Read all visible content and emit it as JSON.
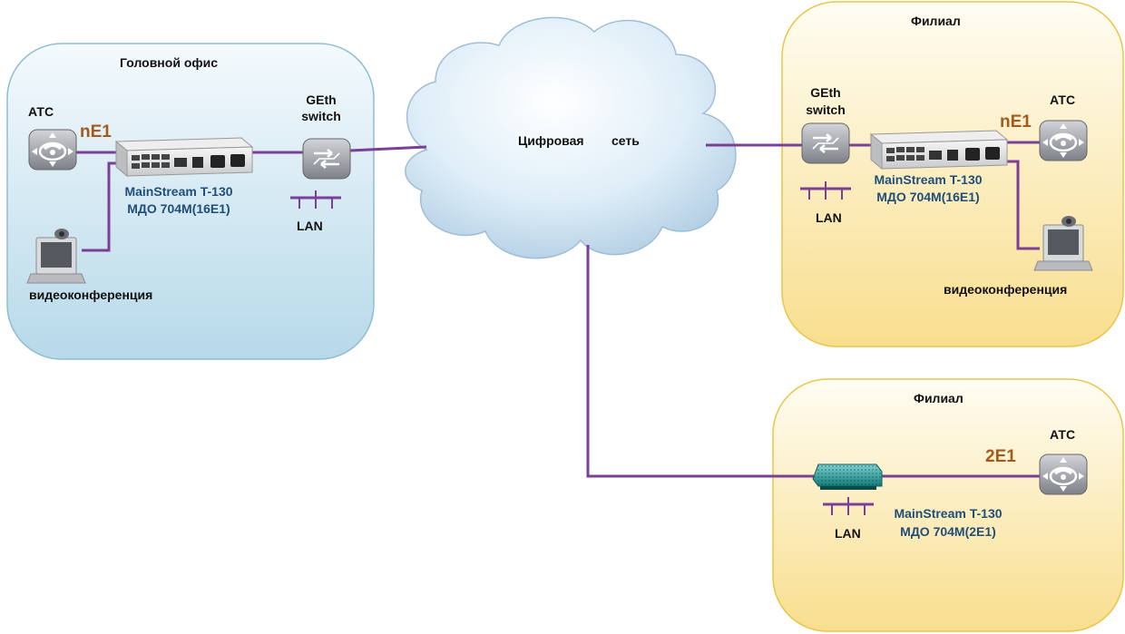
{
  "zones": {
    "head_office": {
      "title": "Головной офис"
    },
    "branch1": {
      "title": "Филиал"
    },
    "branch2": {
      "title": "Филиал"
    }
  },
  "cloud": {
    "label_word1": "Цифровая",
    "label_word2": "сеть"
  },
  "head_office": {
    "atc_label": "АТС",
    "link_label": "nE1",
    "device_name": "MainStream T-130",
    "device_model": "МДО 704М(16Е1)",
    "switch_line1": "GEth",
    "switch_line2": "switch",
    "lan_label": "LAN",
    "video_label": "видеоконференция"
  },
  "branch1": {
    "atc_label": "АТС",
    "link_label": "nE1",
    "device_name": "MainStream T-130",
    "device_model": "МДО 704М(16Е1)",
    "switch_line1": "GEth",
    "switch_line2": "switch",
    "lan_label": "LAN",
    "video_label": "видеоконференция"
  },
  "branch2": {
    "atc_label": "АТС",
    "link_label": "2E1",
    "device_name": "MainStream T-130",
    "device_model": "МДО 704М(2Е1)",
    "lan_label": "LAN"
  },
  "colors": {
    "link": "#7b3f98",
    "head_zone_fill": "#c9e3ef",
    "head_zone_border": "#8fbdd4",
    "branch_zone_fill": "#fbeab8",
    "branch_zone_border": "#e9c54a",
    "e1_label": "#a35a1c",
    "device_label": "#1f4e79"
  },
  "icons": {
    "atc": "pbx-phone-icon",
    "switch": "switch-icon",
    "mux": "rack-multiplexer-icon",
    "modem": "modem-icon",
    "video": "video-terminal-icon",
    "lan": "lan-bus-icon",
    "cloud": "cloud-icon"
  }
}
